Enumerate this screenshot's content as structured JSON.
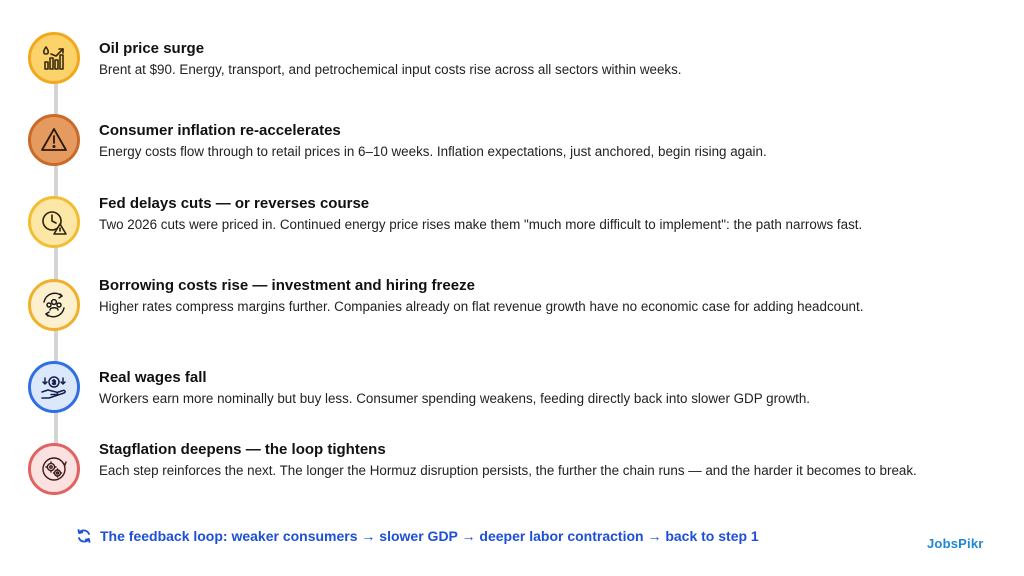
{
  "colors": {
    "step1": {
      "fill": "#fbd36a",
      "ring": "#f2a81c"
    },
    "step2": {
      "fill": "#e59a5f",
      "ring": "#c96a28"
    },
    "step3": {
      "fill": "#fde7a6",
      "ring": "#f4bd31"
    },
    "step4": {
      "fill": "#fdf0cf",
      "ring": "#f2b02a"
    },
    "step5": {
      "fill": "#dbe8fb",
      "ring": "#2f6fe3"
    },
    "step6": {
      "fill": "#fbe1df",
      "ring": "#e26262"
    },
    "loop_text": "#1d4fd8",
    "brand": "#1e88d6"
  },
  "steps": [
    {
      "icon": "oil-growth-chart-icon",
      "title": "Oil price surge",
      "description": "Brent at $90. Energy, transport, and petrochemical input costs rise across all sectors within weeks."
    },
    {
      "icon": "warning-triangle-icon",
      "title": "Consumer inflation re-accelerates",
      "description": "Energy costs flow through to retail prices in 6–10 weeks. Inflation expectations, just anchored, begin rising again."
    },
    {
      "icon": "clock-warning-icon",
      "title": "Fed delays cuts — or reverses course",
      "description": "Two 2026 cuts were priced in. Continued energy price rises make them \"much more difficult to implement\": the path narrows fast."
    },
    {
      "icon": "team-cycle-icon",
      "title": "Borrowing costs rise — investment and hiring freeze",
      "description": "Higher rates compress margins further. Companies already on flat revenue growth have no economic case for adding headcount."
    },
    {
      "icon": "hand-money-icon",
      "title": "Real wages fall",
      "description": "Workers earn more nominally but buy less. Consumer spending weakens, feeding directly back into slower GDP growth."
    },
    {
      "icon": "gears-cycle-icon",
      "title": "Stagflation deepens — the loop tightens",
      "description": "Each step reinforces the next. The longer the Hormuz disruption persists, the further the chain runs — and the harder it becomes to break."
    }
  ],
  "footer": {
    "loop_icon": "refresh-icon",
    "loop_text": "The feedback loop: weaker consumers → slower GDP → deeper labor contraction → back to step 1"
  },
  "brand": {
    "logo_text": "JobsPikr"
  }
}
